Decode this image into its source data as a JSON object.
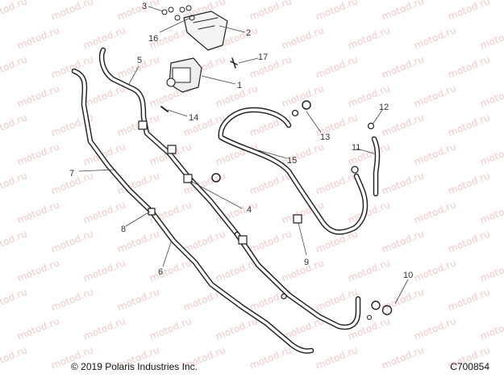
{
  "watermark": "motod.ru",
  "callouts": [
    "1",
    "2",
    "3",
    "4",
    "5",
    "6",
    "7",
    "8",
    "9",
    "10",
    "11",
    "12",
    "13",
    "14",
    "15",
    "16",
    "17"
  ],
  "footer": {
    "copyright": "© 2019 Polaris Industries Inc.",
    "figure_code": "C700854"
  }
}
